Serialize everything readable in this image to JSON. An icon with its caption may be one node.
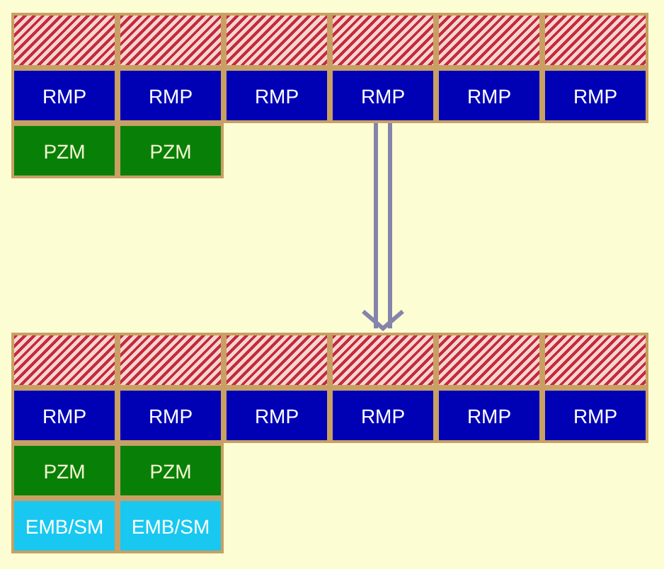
{
  "diagram": {
    "nodes": [
      {
        "text": [],
        "shape": "box"
      },
      {
        "text": [],
        "shape": "box"
      },
      {
        "text": [],
        "shape": "box"
      },
      {
        "text": [],
        "shape": "box"
      },
      {
        "text": [],
        "shape": "box"
      },
      {
        "text": [],
        "shape": "box"
      },
      {
        "text": [
          "RMP"
        ]
      },
      {
        "text": [
          "RMP"
        ]
      },
      {
        "text": [
          "RMP"
        ]
      },
      {
        "text": [
          "RMP"
        ]
      },
      {
        "text": [
          "RMP"
        ]
      },
      {
        "text": [
          "RMP"
        ]
      },
      {
        "text": [
          "PZM"
        ]
      },
      {
        "text": [
          "PZM"
        ]
      },
      {
        "text": [],
        "shape": "box"
      },
      {
        "text": [],
        "shape": "box"
      },
      {
        "text": [],
        "shape": "box"
      },
      {
        "text": [],
        "shape": "box"
      },
      {
        "text": [],
        "shape": "box"
      },
      {
        "text": [],
        "shape": "box"
      },
      {
        "text": [
          "RMP"
        ]
      },
      {
        "text": [
          "RMP"
        ]
      },
      {
        "text": [
          "RMP"
        ]
      },
      {
        "text": [
          "RMP"
        ]
      },
      {
        "text": [
          "RMP"
        ]
      },
      {
        "text": [
          "RMP"
        ]
      },
      {
        "text": [
          "PZM"
        ]
      },
      {
        "text": [
          "PZM"
        ]
      },
      {
        "text": [
          "EMB/SM"
        ]
      },
      {
        "text": [
          "EMB/SM"
        ]
      }
    ],
    "edges": [
      {
        "from": 9,
        "to": 17,
        "arrow": "to"
      }
    ]
  }
}
